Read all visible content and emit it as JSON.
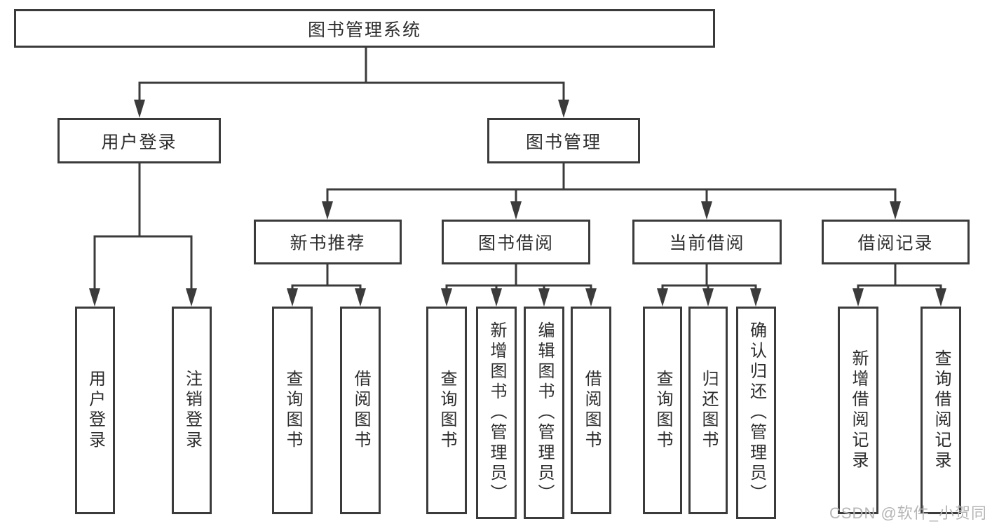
{
  "diagram": {
    "root": {
      "label": "图书管理系统"
    },
    "branches": [
      {
        "label": "用户登录",
        "children": [
          {
            "label": "用户登录"
          },
          {
            "label": "注销登录"
          }
        ]
      },
      {
        "label": "图书管理",
        "children": [
          {
            "label": "新书推荐",
            "children": [
              {
                "label": "查询图书"
              },
              {
                "label": "借阅图书"
              }
            ]
          },
          {
            "label": "图书借阅",
            "children": [
              {
                "label": "查询图书"
              },
              {
                "label": "新增图书（管理员）"
              },
              {
                "label": "编辑图书（管理员）"
              },
              {
                "label": "借阅图书"
              }
            ]
          },
          {
            "label": "当前借阅",
            "children": [
              {
                "label": "查询图书"
              },
              {
                "label": "归还图书"
              },
              {
                "label": "确认归还（管理员）"
              }
            ]
          },
          {
            "label": "借阅记录",
            "children": [
              {
                "label": "新增借阅记录"
              },
              {
                "label": "查询借阅记录"
              }
            ]
          }
        ]
      }
    ]
  },
  "watermark": {
    "text": "CSDN @软件_小贺同学"
  },
  "colors": {
    "line": "#3b3b3b",
    "text": "#2d2d2d",
    "background": "#ffffff",
    "watermark": "#b5b5b5"
  }
}
